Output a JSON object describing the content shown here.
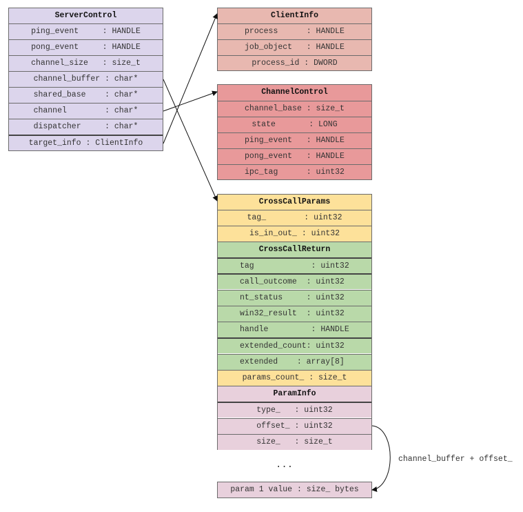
{
  "server_control": {
    "title": "ServerControl",
    "rows": [
      "ping_event     : HANDLE",
      "pong_event     : HANDLE",
      "channel_size   : size_t",
      "channel_buffer : char*",
      "shared_base    : char*",
      "channel        : char*",
      "dispatcher     : char*",
      "target_info : ClientInfo"
    ]
  },
  "client_info": {
    "title": "ClientInfo",
    "rows": [
      "process      : HANDLE",
      "job_object   : HANDLE",
      "process_id : DWORD"
    ]
  },
  "channel_control": {
    "title": "ChannelControl",
    "rows": [
      "channel_base : size_t",
      "state       : LONG",
      "ping_event   : HANDLE",
      "pong_event   : HANDLE",
      "ipc_tag      : uint32"
    ]
  },
  "cross_call_params": {
    "title": "CrossCallParams",
    "rows": [
      "tag_        : uint32",
      "is_in_out_ : uint32"
    ]
  },
  "cross_call_return": {
    "title": "CrossCallReturn",
    "rows": [
      "tag            : uint32",
      "call_outcome  : uint32",
      "nt_status     : uint32",
      "win32_result  : uint32",
      "handle         : HANDLE",
      "extended_count: uint32",
      "extended    : array[8]"
    ]
  },
  "params_count": "params_count_ : size_t",
  "param_info": {
    "title": "ParamInfo",
    "rows": [
      "type_   : uint32",
      "offset_ : uint32",
      "size_   : size_t"
    ]
  },
  "ellipsis": "...",
  "param_value": "param 1 value : size_ bytes",
  "offset_label": "channel_buffer + offset_"
}
